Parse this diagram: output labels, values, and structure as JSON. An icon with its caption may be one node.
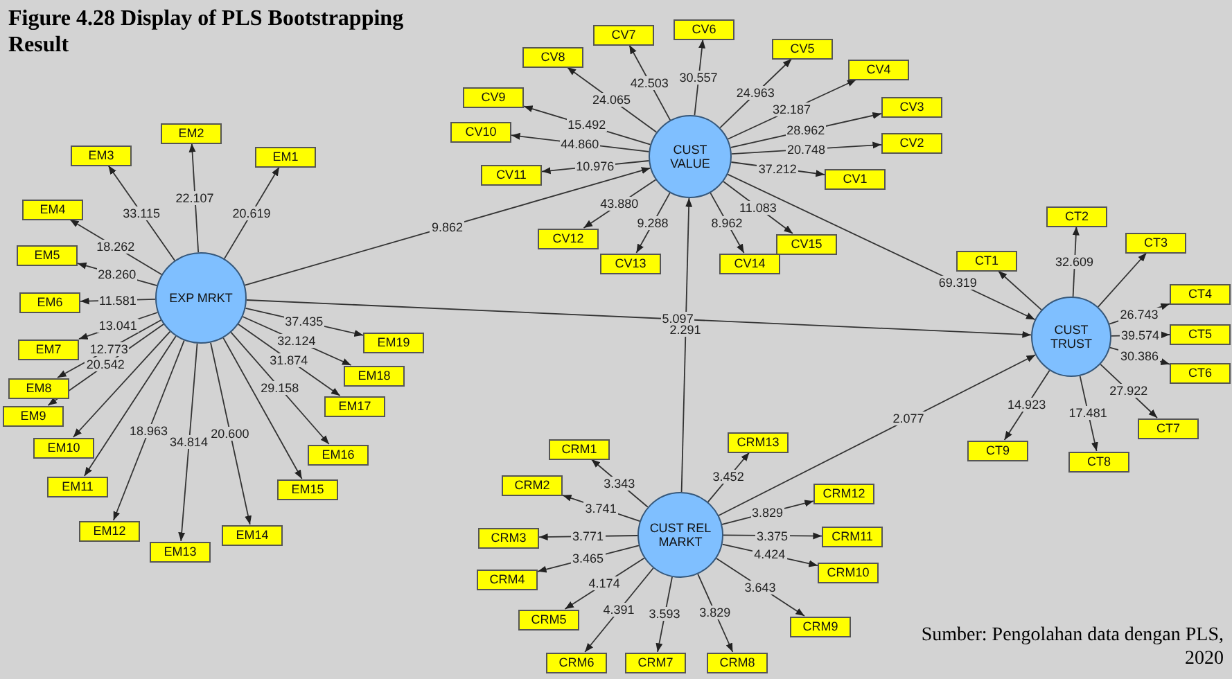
{
  "diagram": {
    "title": "Figure 4.28 Display of PLS Bootstrapping Result",
    "caption": "Sumber: Pengolahan data dengan PLS, 2020",
    "nodes": [
      {
        "text": [
          "EXP MRKT"
        ]
      },
      {
        "text": [
          "CUST VALUE"
        ]
      },
      {
        "text": [
          "CUST TRUST"
        ]
      },
      {
        "text": [
          "CUST REL MARKT"
        ]
      },
      {
        "text": [
          "EM1"
        ]
      },
      {
        "text": [
          "EM2"
        ]
      },
      {
        "text": [
          "EM3"
        ]
      },
      {
        "text": [
          "EM4"
        ]
      },
      {
        "text": [
          "EM5"
        ]
      },
      {
        "text": [
          "EM6"
        ]
      },
      {
        "text": [
          "EM7"
        ]
      },
      {
        "text": [
          "EM8"
        ]
      },
      {
        "text": [
          "EM9"
        ]
      },
      {
        "text": [
          "EM10"
        ]
      },
      {
        "text": [
          "EM11"
        ]
      },
      {
        "text": [
          "EM12"
        ]
      },
      {
        "text": [
          "EM13"
        ]
      },
      {
        "text": [
          "EM14"
        ]
      },
      {
        "text": [
          "EM15"
        ]
      },
      {
        "text": [
          "EM16"
        ]
      },
      {
        "text": [
          "EM17"
        ]
      },
      {
        "text": [
          "EM18"
        ]
      },
      {
        "text": [
          "EM19"
        ]
      },
      {
        "text": [
          "CV1"
        ]
      },
      {
        "text": [
          "CV2"
        ]
      },
      {
        "text": [
          "CV3"
        ]
      },
      {
        "text": [
          "CV4"
        ]
      },
      {
        "text": [
          "CV5"
        ]
      },
      {
        "text": [
          "CV6"
        ]
      },
      {
        "text": [
          "CV7"
        ]
      },
      {
        "text": [
          "CV8"
        ]
      },
      {
        "text": [
          "CV9"
        ]
      },
      {
        "text": [
          "CV10"
        ]
      },
      {
        "text": [
          "CV11"
        ]
      },
      {
        "text": [
          "CV12"
        ]
      },
      {
        "text": [
          "CV13"
        ]
      },
      {
        "text": [
          "CV14"
        ]
      },
      {
        "text": [
          "CV15"
        ]
      },
      {
        "text": [
          "CT1"
        ]
      },
      {
        "text": [
          "CT2"
        ]
      },
      {
        "text": [
          "CT3"
        ]
      },
      {
        "text": [
          "CT4"
        ]
      },
      {
        "text": [
          "CT5"
        ]
      },
      {
        "text": [
          "CT6"
        ]
      },
      {
        "text": [
          "CT7"
        ]
      },
      {
        "text": [
          "CT8"
        ]
      },
      {
        "text": [
          "CT9"
        ]
      },
      {
        "text": [
          "CRM1"
        ]
      },
      {
        "text": [
          "CRM2"
        ]
      },
      {
        "text": [
          "CRM3"
        ]
      },
      {
        "text": [
          "CRM4"
        ]
      },
      {
        "text": [
          "CRM5"
        ]
      },
      {
        "text": [
          "CRM6"
        ]
      },
      {
        "text": [
          "CRM7"
        ]
      },
      {
        "text": [
          "CRM8"
        ]
      },
      {
        "text": [
          "CRM9"
        ]
      },
      {
        "text": [
          "CRM10"
        ]
      },
      {
        "text": [
          "CRM11"
        ]
      },
      {
        "text": [
          "CRM12"
        ]
      },
      {
        "text": [
          "CRM13"
        ]
      }
    ],
    "edges": [
      {
        "from": 0,
        "to": 1,
        "arrow": "to",
        "label": "9.862"
      },
      {
        "from": 0,
        "to": 2,
        "arrow": "to",
        "label": "5.097"
      },
      {
        "from": 1,
        "to": 2,
        "arrow": "to",
        "label": "69.319"
      },
      {
        "from": 3,
        "to": 1,
        "arrow": "to",
        "label": "2.291"
      },
      {
        "from": 3,
        "to": 2,
        "arrow": "to",
        "label": "2.077"
      },
      {
        "from": 0,
        "to": 4,
        "arrow": "to",
        "label": "20.619"
      },
      {
        "from": 0,
        "to": 5,
        "arrow": "to",
        "label": "22.107"
      },
      {
        "from": 0,
        "to": 6,
        "arrow": "to",
        "label": "33.115"
      },
      {
        "from": 0,
        "to": 7,
        "arrow": "to",
        "label": "18.262"
      },
      {
        "from": 0,
        "to": 8,
        "arrow": "to",
        "label": "28.260"
      },
      {
        "from": 0,
        "to": 9,
        "arrow": "to",
        "label": "11.581"
      },
      {
        "from": 0,
        "to": 10,
        "arrow": "to",
        "label": "13.041"
      },
      {
        "from": 0,
        "to": 11,
        "arrow": "to",
        "label": "12.773"
      },
      {
        "from": 0,
        "to": 12,
        "arrow": "to",
        "label": "20.542"
      },
      {
        "from": 0,
        "to": 13,
        "arrow": "to"
      },
      {
        "from": 0,
        "to": 14,
        "arrow": "to"
      },
      {
        "from": 0,
        "to": 15,
        "arrow": "to",
        "label": "18.963"
      },
      {
        "from": 0,
        "to": 16,
        "arrow": "to",
        "label": "34.814"
      },
      {
        "from": 0,
        "to": 17,
        "arrow": "to",
        "label": "20.600"
      },
      {
        "from": 0,
        "to": 18,
        "arrow": "to"
      },
      {
        "from": 0,
        "to": 19,
        "arrow": "to",
        "label": "29.158"
      },
      {
        "from": 0,
        "to": 20,
        "arrow": "to",
        "label": "31.874"
      },
      {
        "from": 0,
        "to": 21,
        "arrow": "to",
        "label": "32.124"
      },
      {
        "from": 0,
        "to": 22,
        "arrow": "to",
        "label": "37.435"
      },
      {
        "from": 1,
        "to": 23,
        "arrow": "to",
        "label": "37.212"
      },
      {
        "from": 1,
        "to": 24,
        "arrow": "to",
        "label": "20.748"
      },
      {
        "from": 1,
        "to": 25,
        "arrow": "to",
        "label": "28.962"
      },
      {
        "from": 1,
        "to": 26,
        "arrow": "to",
        "label": "32.187"
      },
      {
        "from": 1,
        "to": 27,
        "arrow": "to",
        "label": "24.963"
      },
      {
        "from": 1,
        "to": 28,
        "arrow": "to",
        "label": "30.557"
      },
      {
        "from": 1,
        "to": 29,
        "arrow": "to",
        "label": "42.503"
      },
      {
        "from": 1,
        "to": 30,
        "arrow": "to",
        "label": "24.065"
      },
      {
        "from": 1,
        "to": 31,
        "arrow": "to",
        "label": "15.492"
      },
      {
        "from": 1,
        "to": 32,
        "arrow": "to",
        "label": "44.860"
      },
      {
        "from": 1,
        "to": 33,
        "arrow": "to",
        "label": "10.976"
      },
      {
        "from": 1,
        "to": 34,
        "arrow": "to",
        "label": "43.880"
      },
      {
        "from": 1,
        "to": 35,
        "arrow": "to",
        "label": "9.288"
      },
      {
        "from": 1,
        "to": 36,
        "arrow": "to",
        "label": "8.962"
      },
      {
        "from": 1,
        "to": 37,
        "arrow": "to",
        "label": "11.083"
      },
      {
        "from": 2,
        "to": 38,
        "arrow": "to"
      },
      {
        "from": 2,
        "to": 39,
        "arrow": "to",
        "label": "32.609"
      },
      {
        "from": 2,
        "to": 40,
        "arrow": "to"
      },
      {
        "from": 2,
        "to": 41,
        "arrow": "to",
        "label": "26.743"
      },
      {
        "from": 2,
        "to": 42,
        "arrow": "to",
        "label": "39.574"
      },
      {
        "from": 2,
        "to": 43,
        "arrow": "to",
        "label": "30.386"
      },
      {
        "from": 2,
        "to": 44,
        "arrow": "to",
        "label": "27.922"
      },
      {
        "from": 2,
        "to": 45,
        "arrow": "to",
        "label": "17.481"
      },
      {
        "from": 2,
        "to": 46,
        "arrow": "to",
        "label": "14.923"
      },
      {
        "from": 3,
        "to": 47,
        "arrow": "to",
        "label": "3.343"
      },
      {
        "from": 3,
        "to": 48,
        "arrow": "to",
        "label": "3.741"
      },
      {
        "from": 3,
        "to": 49,
        "arrow": "to",
        "label": "3.771"
      },
      {
        "from": 3,
        "to": 50,
        "arrow": "to",
        "label": "3.465"
      },
      {
        "from": 3,
        "to": 51,
        "arrow": "to",
        "label": "4.174"
      },
      {
        "from": 3,
        "to": 52,
        "arrow": "to",
        "label": "4.391"
      },
      {
        "from": 3,
        "to": 53,
        "arrow": "to",
        "label": "3.593"
      },
      {
        "from": 3,
        "to": 54,
        "arrow": "to",
        "label": "3.829"
      },
      {
        "from": 3,
        "to": 55,
        "arrow": "to",
        "label": "3.643"
      },
      {
        "from": 3,
        "to": 56,
        "arrow": "to",
        "label": "4.424"
      },
      {
        "from": 3,
        "to": 57,
        "arrow": "to",
        "label": "3.375"
      },
      {
        "from": 3,
        "to": 58,
        "arrow": "to",
        "label": "3.829"
      },
      {
        "from": 3,
        "to": 59,
        "arrow": "to",
        "label": "3.452"
      }
    ]
  }
}
